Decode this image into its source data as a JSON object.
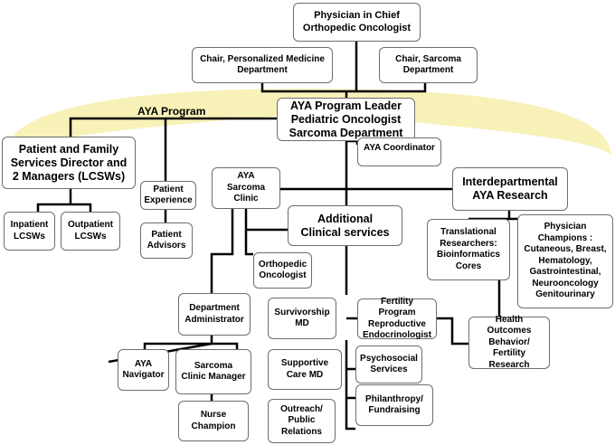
{
  "program_label": "AYA Program",
  "colors": {
    "arc": "#f8f1b8",
    "line": "#000000",
    "border": "#6e6e6e",
    "box": "#ffffff"
  },
  "nodes": {
    "physician_in_chief": "Physician in Chief\nOrthopedic Oncologist",
    "chair_personalized": "Chair, Personalized Medicine\nDepartment",
    "chair_sarcoma": "Chair, Sarcoma\nDepartment",
    "aya_leader": "AYA Program Leader\nPediatric Oncologist\nSarcoma Department",
    "aya_coordinator": "AYA Coordinator",
    "patient_family_director": "Patient and Family\nServices Director and\n2 Managers (LCSWs)",
    "inpatient_lcsws": "Inpatient\nLCSWs",
    "outpatient_lcsws": "Outpatient\nLCSWs",
    "patient_experience": "Patient\nExperience",
    "patient_advisors": "Patient\nAdvisors",
    "aya_sarcoma_clinic": "AYA\nSarcoma Clinic",
    "interdept_research": "Interdepartmental\nAYA Research",
    "additional_clinical": "Additional\nClinical services",
    "translational": "Translational\nResearchers:\nBioinformatics\nCores",
    "physician_champions": "Physician\nChampions :\nCutaneous, Breast,\nHematology,\nGastrointestinal,\nNeurooncology\nGenitourinary",
    "orthopedic_oncologist": "Orthopedic\nOncologist",
    "dept_admin": "Department\nAdministrator",
    "survivorship_md": "Survivorship\nMD",
    "fertility_program": "Fertility Program\nReproductive\nEndocrinologist",
    "health_outcomes": "Health Outcomes\nBehavior/\nFertility Research",
    "aya_navigator": "AYA\nNavigator",
    "sarcoma_clinic_manager": "Sarcoma\nClinic Manager",
    "supportive_care_md": "Supportive\nCare MD",
    "psychosocial": "Psychosocial\nServices",
    "nurse_champion": "Nurse\nChampion",
    "outreach": "Outreach/\nPublic\nRelations",
    "philanthropy": "Philanthropy/\nFundraising"
  }
}
